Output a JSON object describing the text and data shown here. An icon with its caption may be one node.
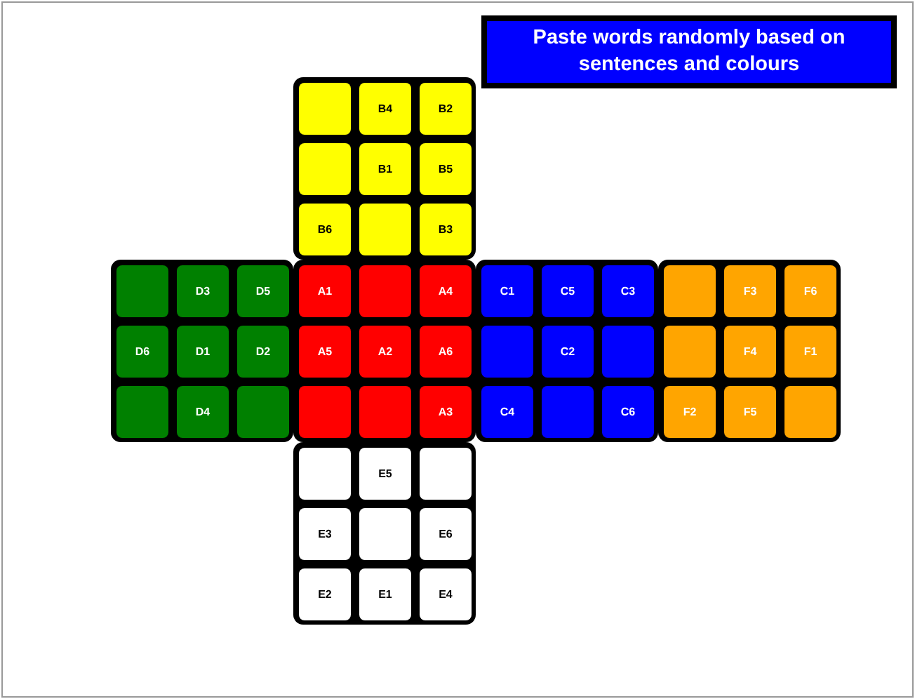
{
  "diagram": {
    "nodes": [
      {
        "text": [
          "Paste words randomly based on sentences and colours"
        ]
      },
      {
        "text": [],
        "shape": "box"
      },
      {
        "text": [],
        "shape": "box",
        "in": 1
      },
      {
        "text": [
          "B4"
        ],
        "in": 1
      },
      {
        "text": [
          "B2"
        ],
        "in": 1
      },
      {
        "text": [],
        "shape": "box",
        "in": 1
      },
      {
        "text": [
          "B1"
        ],
        "in": 1
      },
      {
        "text": [
          "B5"
        ],
        "in": 1
      },
      {
        "text": [
          "B6"
        ],
        "in": 1
      },
      {
        "text": [],
        "shape": "box",
        "in": 1
      },
      {
        "text": [
          "B3"
        ],
        "in": 1
      },
      {
        "text": [],
        "shape": "box"
      },
      {
        "text": [],
        "shape": "box",
        "in": 11
      },
      {
        "text": [
          "D3"
        ],
        "in": 11
      },
      {
        "text": [
          "D5"
        ],
        "in": 11
      },
      {
        "text": [
          "D6"
        ],
        "in": 11
      },
      {
        "text": [
          "D1"
        ],
        "in": 11
      },
      {
        "text": [
          "D2"
        ],
        "in": 11
      },
      {
        "text": [],
        "shape": "box",
        "in": 11
      },
      {
        "text": [
          "D4"
        ],
        "in": 11
      },
      {
        "text": [],
        "shape": "box",
        "in": 11
      },
      {
        "text": [],
        "shape": "box"
      },
      {
        "text": [
          "A1"
        ],
        "in": 21
      },
      {
        "text": [],
        "shape": "box",
        "in": 21
      },
      {
        "text": [
          "A4"
        ],
        "in": 21
      },
      {
        "text": [
          "A5"
        ],
        "in": 21
      },
      {
        "text": [
          "A2"
        ],
        "in": 21
      },
      {
        "text": [
          "A6"
        ],
        "in": 21
      },
      {
        "text": [],
        "shape": "box",
        "in": 21
      },
      {
        "text": [],
        "shape": "box",
        "in": 21
      },
      {
        "text": [
          "A3"
        ],
        "in": 21
      },
      {
        "text": [],
        "shape": "box"
      },
      {
        "text": [
          "C1"
        ],
        "in": 31
      },
      {
        "text": [
          "C5"
        ],
        "in": 31
      },
      {
        "text": [
          "C3"
        ],
        "in": 31
      },
      {
        "text": [],
        "shape": "box",
        "in": 31
      },
      {
        "text": [
          "C2"
        ],
        "in": 31
      },
      {
        "text": [],
        "shape": "box",
        "in": 31
      },
      {
        "text": [
          "C4"
        ],
        "in": 31
      },
      {
        "text": [],
        "shape": "box",
        "in": 31
      },
      {
        "text": [
          "C6"
        ],
        "in": 31
      },
      {
        "text": [],
        "shape": "box"
      },
      {
        "text": [],
        "shape": "box",
        "in": 41
      },
      {
        "text": [
          "F3"
        ],
        "in": 41
      },
      {
        "text": [
          "F6"
        ],
        "in": 41
      },
      {
        "text": [],
        "shape": "box",
        "in": 41
      },
      {
        "text": [
          "F4"
        ],
        "in": 41
      },
      {
        "text": [
          "F1"
        ],
        "in": 41
      },
      {
        "text": [
          "F2"
        ],
        "in": 41
      },
      {
        "text": [
          "F5"
        ],
        "in": 41
      },
      {
        "text": [],
        "shape": "box",
        "in": 41
      },
      {
        "text": [],
        "shape": "box"
      },
      {
        "text": [],
        "shape": "box",
        "in": 51
      },
      {
        "text": [
          "E5"
        ],
        "in": 51
      },
      {
        "text": [],
        "shape": "box",
        "in": 51
      },
      {
        "text": [
          "E3"
        ],
        "in": 51
      },
      {
        "text": [],
        "shape": "box",
        "in": 51
      },
      {
        "text": [
          "E6"
        ],
        "in": 51
      },
      {
        "text": [
          "E2"
        ],
        "in": 51
      },
      {
        "text": [
          "E1"
        ],
        "in": 51
      },
      {
        "text": [
          "E4"
        ],
        "in": 51
      }
    ]
  }
}
